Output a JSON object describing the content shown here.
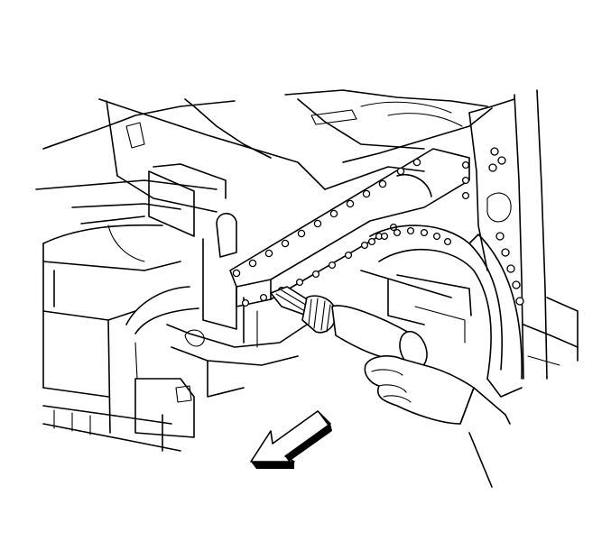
{
  "figure": {
    "background": "#ffffff",
    "line_color": "#000000",
    "icons": [
      "direction-arrow-icon",
      "spot-weld-drill-icon",
      "gloved-hand-icon"
    ],
    "weld_counts": {
      "upper_rail": 12,
      "lower_rail": 10,
      "arch_row": 10,
      "pillar": 8
    }
  }
}
